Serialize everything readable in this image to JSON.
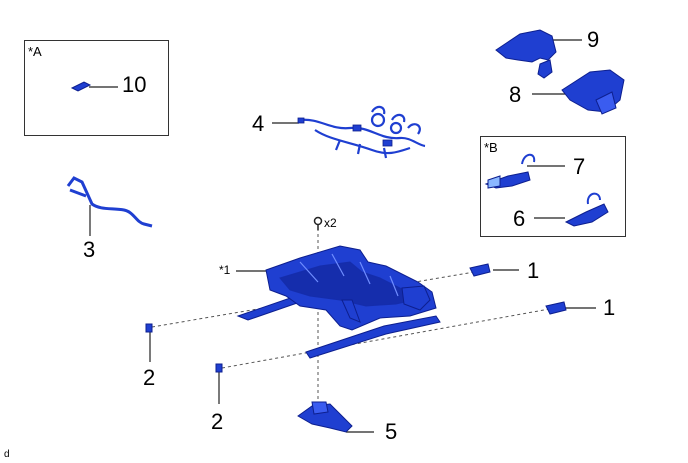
{
  "box_a": {
    "label": "*A"
  },
  "box_b": {
    "label": "*B"
  },
  "callouts": {
    "n1a": "1",
    "n1b": "1",
    "n2a": "2",
    "n2b": "2",
    "n3": "3",
    "n4": "4",
    "n5": "5",
    "n6": "6",
    "n7": "7",
    "n8": "8",
    "n9": "9",
    "n10": "10"
  },
  "note_star1": "*1",
  "bolt_qty": "x2",
  "corner_mark": "d",
  "colors": {
    "part_fill": "#1f3fd1",
    "part_dark": "#0d1f8f",
    "part_light": "#6f8dff",
    "leader": "#222222"
  }
}
